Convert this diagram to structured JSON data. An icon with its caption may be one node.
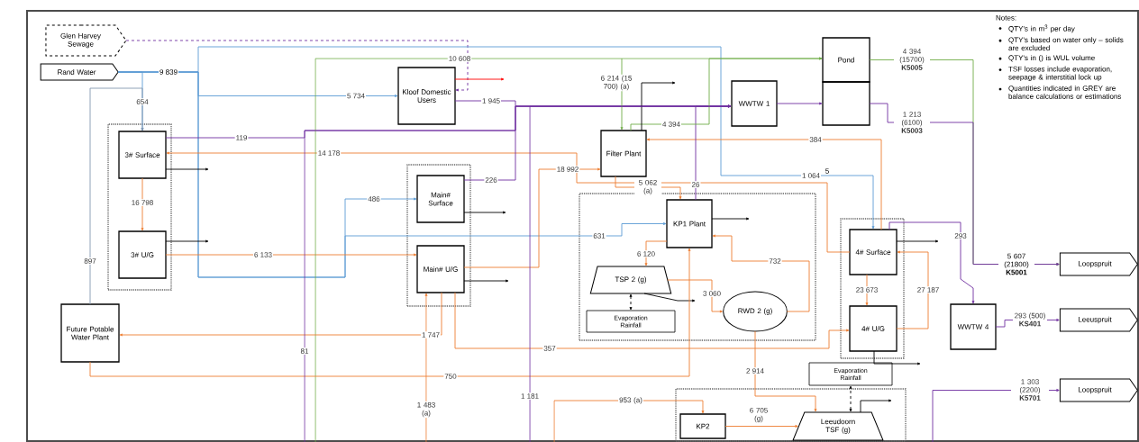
{
  "diagram": {
    "nodes": [
      {
        "text": [
          "Glen Harvey Sewage"
        ]
      },
      {
        "text": [
          "Rand Water"
        ]
      },
      {
        "text": [],
        "shape": "box"
      },
      {
        "text": [
          "3# Surface"
        ],
        "in": 2
      },
      {
        "text": [
          "3# U/G"
        ],
        "in": 2
      },
      {
        "text": [
          "Kloof Domestic Users"
        ]
      },
      {
        "text": [],
        "shape": "box"
      },
      {
        "text": [
          "Main# Surface"
        ],
        "in": 6
      },
      {
        "text": [
          "Main# U/G"
        ],
        "in": 6
      },
      {
        "text": [
          "Filter Plant"
        ]
      },
      {
        "text": [
          "WWTW 1"
        ]
      },
      {
        "text": [
          "Pond"
        ]
      },
      {
        "text": [],
        "shape": "box"
      },
      {
        "text": [],
        "shape": "box"
      },
      {
        "text": [
          "KP1 Plant"
        ],
        "in": 13
      },
      {
        "text": [
          "TSP 2 (g)"
        ],
        "in": 13
      },
      {
        "text": [
          "Evaporation",
          "Rainfall"
        ],
        "in": 13
      },
      {
        "text": [
          "RWD 2 (g)"
        ],
        "in": 13
      },
      {
        "text": [],
        "shape": "box"
      },
      {
        "text": [
          "4# Surface"
        ],
        "in": 18
      },
      {
        "text": [
          "4# U/G"
        ],
        "in": 18
      },
      {
        "text": [
          "Future Potable Water Plant"
        ]
      },
      {
        "text": [
          "WWTW 4"
        ]
      },
      {
        "text": [
          "Loopspruit"
        ]
      },
      {
        "text": [
          "Leeuspruit"
        ]
      },
      {
        "text": [
          "Loopspruit"
        ]
      },
      {
        "text": [
          "Evaporation",
          "Rainfall"
        ]
      },
      {
        "text": [],
        "shape": "box"
      },
      {
        "text": [
          "KP2"
        ],
        "in": 27
      },
      {
        "text": [
          "Leeudoorn TSF (g)"
        ],
        "in": 27
      }
    ],
    "edges": [
      {
        "from": 0,
        "to": 5,
        "arrow": "to",
        "style": "dashed",
        "color": "#7030a0"
      },
      {
        "from": 1,
        "to": 3,
        "arrow": "to",
        "label": "654",
        "color": "#5b9bd5"
      },
      {
        "from": 1,
        "to": 5,
        "arrow": "to",
        "label": "5 734",
        "color": "#5b9bd5"
      },
      {
        "from": 1,
        "to": 7,
        "arrow": "to",
        "label": "486",
        "color": "#5b9bd5"
      },
      {
        "from": 1,
        "to": 14,
        "arrow": "to",
        "label": "631",
        "color": "#5b9bd5"
      },
      {
        "from": 1,
        "to": 19,
        "arrow": "to",
        "label": "1 064",
        "color": "#5b9bd5"
      },
      {
        "from": 21,
        "to": 3,
        "arrow": "to",
        "label": "897",
        "color": "#8497b0"
      },
      {
        "from": 3,
        "to": 4,
        "arrow": "to",
        "label": "16 798",
        "color": "#ed7d31"
      },
      {
        "from": 3,
        "to": 10,
        "arrow": "to",
        "label": "119",
        "color": "#7030a0"
      },
      {
        "from": 19,
        "to": 3,
        "arrow": "to",
        "label": "14 178",
        "color": "#ed7d31"
      },
      {
        "from": 19,
        "to": 9,
        "arrow": "to",
        "label": "384",
        "color": "#ed7d31"
      },
      {
        "from": 5,
        "to": 10,
        "arrow": "to",
        "label": "1 945",
        "color": "#7030a0"
      },
      {
        "from": 7,
        "to": 10,
        "arrow": "to",
        "label": "226",
        "color": "#7030a0"
      },
      {
        "from": 8,
        "to": 9,
        "arrow": "to",
        "label": "18 992",
        "color": "#ed7d31"
      },
      {
        "from": 4,
        "to": 8,
        "arrow": "to",
        "label": "6 133",
        "color": "#ed7d31"
      },
      {
        "from": 9,
        "to": 14,
        "arrow": "to",
        "label": "5 062 (a)",
        "color": "#ed7d31"
      },
      {
        "from": 14,
        "to": 10,
        "arrow": "to",
        "label": "26",
        "color": "#7030a0"
      },
      {
        "from": null,
        "to": 11,
        "arrow": "to",
        "label": "10 608",
        "color": "#70ad47"
      },
      {
        "from": null,
        "to": 9,
        "arrow": "to",
        "label": "6 214 (15 700) (a)",
        "color": "#70ad47"
      },
      {
        "from": 9,
        "to": 11,
        "arrow": "to",
        "label": "4 394",
        "color": "#70ad47"
      },
      {
        "from": 5,
        "to": null,
        "arrow": "to",
        "color": "#ff0000"
      },
      {
        "from": 9,
        "to": null,
        "arrow": "to",
        "color": "#000000"
      },
      {
        "from": 3,
        "to": null,
        "arrow": "to",
        "color": "#000000"
      },
      {
        "from": 4,
        "to": null,
        "arrow": "to",
        "color": "#000000"
      },
      {
        "from": 7,
        "to": null,
        "arrow": "to",
        "color": "#000000"
      },
      {
        "from": 8,
        "to": null,
        "arrow": "to",
        "color": "#000000"
      },
      {
        "from": 14,
        "to": null,
        "arrow": "to",
        "color": "#000000"
      },
      {
        "from": 19,
        "to": null,
        "arrow": "to",
        "color": "#000000"
      },
      {
        "from": 20,
        "to": null,
        "arrow": "to",
        "color": "#000000"
      },
      {
        "from": 15,
        "to": null,
        "arrow": "to",
        "color": "#000000"
      },
      {
        "from": 10,
        "to": 12,
        "arrow": "to",
        "color": "#7030a0"
      },
      {
        "from": 11,
        "to": 23,
        "arrow": "to",
        "label": "4 394 (15700) **K5005**",
        "color": "#70ad47"
      },
      {
        "from": 12,
        "to": 23,
        "arrow": "to",
        "label": "1 213 (6100) **K5003**",
        "color": "#7030a0"
      },
      {
        "from": 19,
        "to": 22,
        "arrow": "to",
        "label": "293",
        "color": "#7030a0"
      },
      {
        "from": 22,
        "to": 24,
        "arrow": "to",
        "label": "293 (500) **KS401**",
        "color": "#7030a0"
      },
      {
        "from": null,
        "to": 25,
        "arrow": "to",
        "label": "1 303 (2200) **K5701**",
        "color": "#7030a0"
      },
      {
        "from": 19,
        "to": 20,
        "arrow": "to",
        "label": "23 673",
        "color": "#ed7d31"
      },
      {
        "from": 20,
        "to": 19,
        "arrow": "to",
        "label": "27 187",
        "color": "#ed7d31"
      },
      {
        "from": 14,
        "to": 15,
        "arrow": "to",
        "label": "6 120",
        "color": "#ed7d31"
      },
      {
        "from": 15,
        "to": 17,
        "arrow": "to",
        "label": "3 060",
        "color": "#ed7d31"
      },
      {
        "from": 17,
        "to": 14,
        "arrow": "to",
        "label": "732",
        "color": "#ed7d31"
      },
      {
        "from": 15,
        "to": 16,
        "arrow": "both",
        "style": "dashed",
        "color": "#000000"
      },
      {
        "from": 8,
        "to": 21,
        "arrow": "to",
        "label": "1 747",
        "color": "#ed7d31"
      },
      {
        "from": 8,
        "to": 20,
        "arrow": "to",
        "label": "357",
        "color": "#ed7d31"
      },
      {
        "from": 21,
        "to": 14,
        "arrow": "to",
        "label": "750",
        "color": "#ed7d31"
      },
      {
        "from": null,
        "to": 8,
        "arrow": "to",
        "label": "1 483 (a)",
        "color": "#ed7d31"
      },
      {
        "from": null,
        "to": 10,
        "arrow": "to",
        "label": "81",
        "color": "#7030a0"
      },
      {
        "from": null,
        "to": 10,
        "arrow": "to",
        "label": "1 181",
        "color": "#7030a0"
      },
      {
        "from": null,
        "to": 28,
        "arrow": "to",
        "label": "953 (a)",
        "color": "#ed7d31"
      },
      {
        "from": 28,
        "to": 29,
        "arrow": "to",
        "label": "6 705 (g)",
        "color": "#ed7d31"
      },
      {
        "from": 17,
        "to": 29,
        "arrow": "to",
        "label": "2 914",
        "color": "#ed7d31"
      },
      {
        "from": 29,
        "to": 26,
        "arrow": "both",
        "style": "dashed",
        "color": "#000000"
      },
      {
        "from": 29,
        "to": null,
        "arrow": "to",
        "color": "#000000"
      }
    ],
    "labels": [
      "9 839",
      "5",
      "5 607 (21800) **K5001**",
      "Notes:",
      "QTY's in m$^{3}$ per day",
      "QTY's based on water only – solids are excluded",
      "QTY's in () is WUL volume",
      "TSF losses include evaporation, seepage & interstitial lock up",
      "Quantities indicated in GREY are balance calculations or estimations"
    ]
  }
}
